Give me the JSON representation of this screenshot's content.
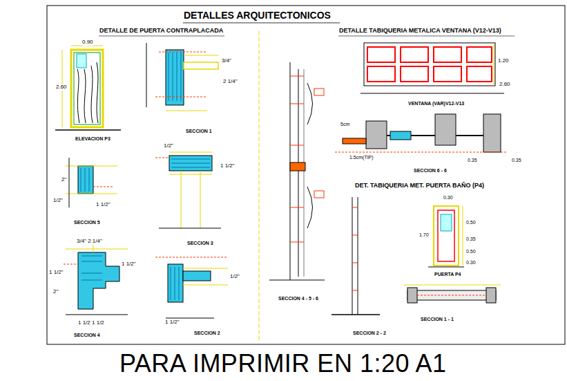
{
  "diagram": {
    "title": "DETALLES ARQUITECTONICOS",
    "caption": "PARA IMPRIMIR EN 1:20 A1",
    "labels": [
      "DETALLE DE PUERTA CONTRAPLACADA",
      "DETALLE TABIQUERIA METALICA VENTANA (V12-V13)",
      "0.90",
      "2.60",
      "ELEVACION P3",
      "3/4\"",
      "2 1/4\"",
      "SECCION 1",
      "1/2\"",
      "1 1/2\"",
      "SECCION 3",
      "2\"",
      "1/2\"",
      "1 1/2\"",
      "SECCION 5",
      "3/4\" 2 1/4\"",
      "1 1/2\"",
      "2\"",
      "1 1/2\"",
      "1 1/2   1 1/2",
      "SECCION 4",
      "SECCION 2",
      "1 1/2\"",
      "1/2\"",
      "SECCION 4 - 5 - 6",
      "1.20",
      "2.60",
      "VENTANA (VAR)V12-V13",
      "5cm",
      "1.5cm(TIP)",
      "SECCION 6 - 6",
      "DET. TABIQUERIA MET. PUERTA BAÑO (P4)",
      "0.30",
      "0.50",
      "0.35",
      "0.50",
      "0.30",
      "1.70",
      "PUERTA P4",
      "SECCION 1 - 1",
      "SECCION 2 - 2",
      "0.35",
      "0.35"
    ]
  }
}
